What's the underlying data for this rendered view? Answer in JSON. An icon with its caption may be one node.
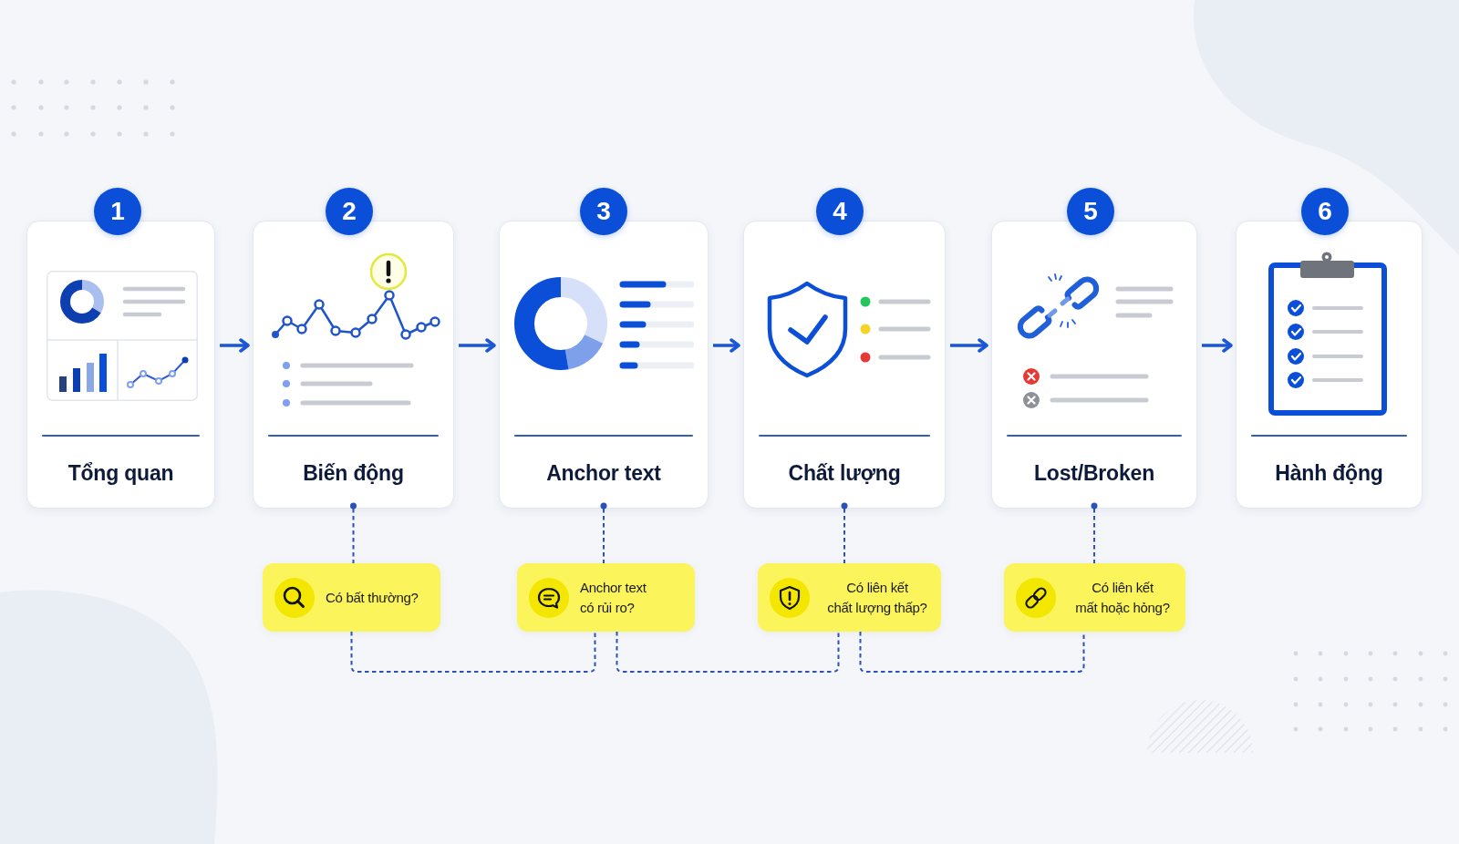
{
  "diagram": {
    "nodes": [
      {
        "text": [
          "1"
        ]
      },
      {
        "text": [
          "Tổng quan"
        ]
      },
      {
        "text": [
          "2"
        ]
      },
      {
        "text": [
          "Biến động"
        ]
      },
      {
        "text": [
          "3"
        ]
      },
      {
        "text": [
          "Anchor text"
        ]
      },
      {
        "text": [
          "4"
        ]
      },
      {
        "text": [
          "Chất lượng"
        ]
      },
      {
        "text": [
          "5"
        ]
      },
      {
        "text": [
          "Lost/Broken"
        ]
      },
      {
        "text": [
          "6"
        ]
      },
      {
        "text": [
          "Hành động"
        ]
      },
      {
        "text": [
          "Có bất thường?"
        ]
      },
      {
        "text": [
          "Anchor text có rủi ro?"
        ]
      },
      {
        "text": [
          "Có liên kết chất lượng thấp?"
        ]
      },
      {
        "text": [
          "Có liên kết mất hoặc hỏng?"
        ]
      }
    ],
    "edges": [
      {
        "from": 1,
        "to": 3,
        "arrow": "to"
      },
      {
        "from": 3,
        "to": 5,
        "arrow": "to"
      },
      {
        "from": 5,
        "to": 7,
        "arrow": "to"
      },
      {
        "from": 7,
        "to": 9,
        "arrow": "to"
      },
      {
        "from": 9,
        "to": 11,
        "arrow": "to"
      },
      {
        "from": 3,
        "to": 12,
        "arrow": "other",
        "style": "dashed"
      },
      {
        "from": 5,
        "to": 13,
        "arrow": "other",
        "style": "dashed"
      },
      {
        "from": 7,
        "to": 14,
        "arrow": "other",
        "style": "dashed"
      },
      {
        "from": 9,
        "to": 15,
        "arrow": "other",
        "style": "dashed"
      },
      {
        "from": 12,
        "to": 13,
        "arrow": "none",
        "style": "dashed"
      },
      {
        "from": 13,
        "to": 14,
        "arrow": "none",
        "style": "dashed"
      },
      {
        "from": 14,
        "to": 15,
        "arrow": "none",
        "style": "dashed"
      }
    ]
  }
}
